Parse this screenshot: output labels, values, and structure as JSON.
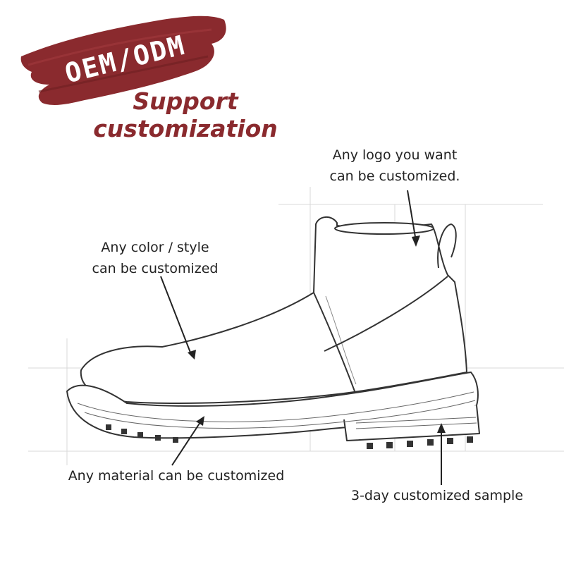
{
  "badge": {
    "label": "OEM/ODM",
    "color": "#8a2a2e"
  },
  "tagline": {
    "line1": "Support",
    "line2": "customization",
    "color": "#8a2a2e"
  },
  "callouts": {
    "logo": {
      "line1": "Any logo you want",
      "line2": "can be customized."
    },
    "color_style": {
      "line1": "Any color / style",
      "line2": "can be customized"
    },
    "material": {
      "text": "Any material can be customized"
    },
    "sample": {
      "text": "3-day customized sample"
    }
  },
  "illustration": {
    "subject": "boot-sketch",
    "arrow_color": "#222222"
  }
}
